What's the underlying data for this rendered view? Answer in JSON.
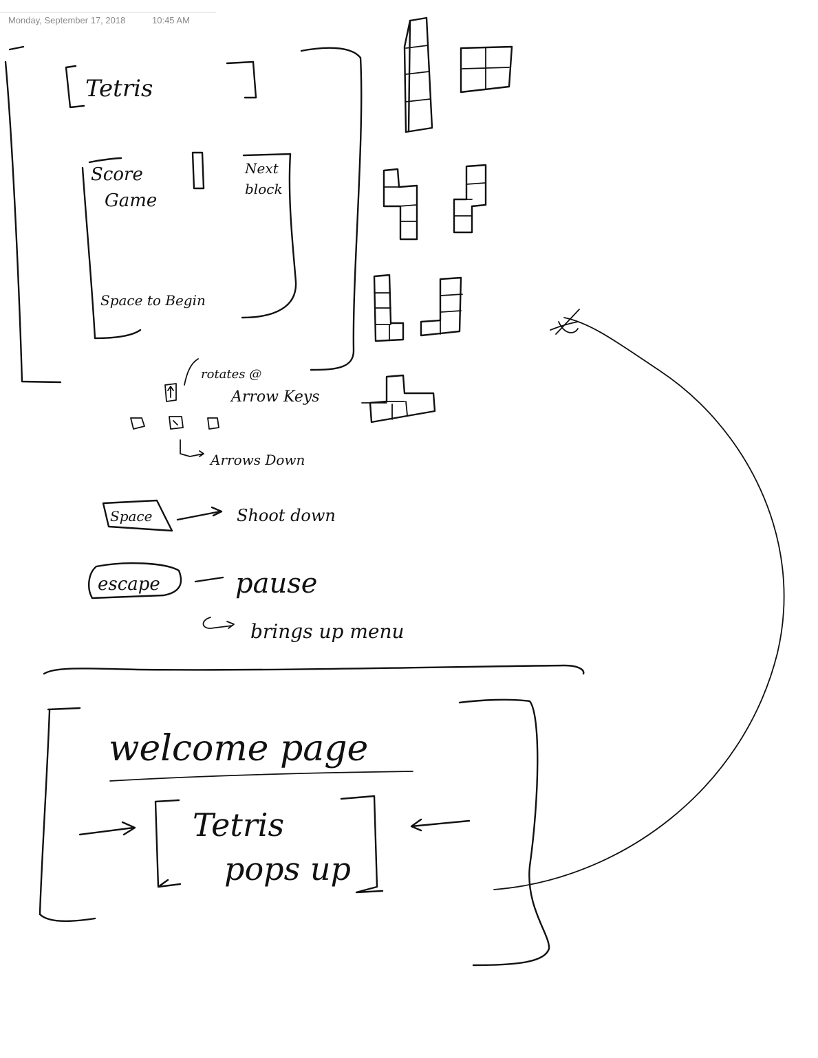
{
  "header": {
    "date": "Monday, September 17, 2018",
    "time": "10:45 AM"
  },
  "game_screen": {
    "title": "Tetris",
    "score_label": "Score",
    "game_label": "Game",
    "next_block_label": "Next block",
    "start_hint": "Space to Begin"
  },
  "controls": {
    "rotate_note": "rotates @",
    "arrow_keys": "Arrow Keys",
    "arrows_down": "Arrows Down",
    "space_key": "Space",
    "space_action": "Shoot down",
    "escape_key": "escape",
    "escape_action": "pause",
    "escape_result": "brings up menu"
  },
  "welcome": {
    "title": "welcome page",
    "popup_line1": "Tetris",
    "popup_line2": "pops up"
  }
}
